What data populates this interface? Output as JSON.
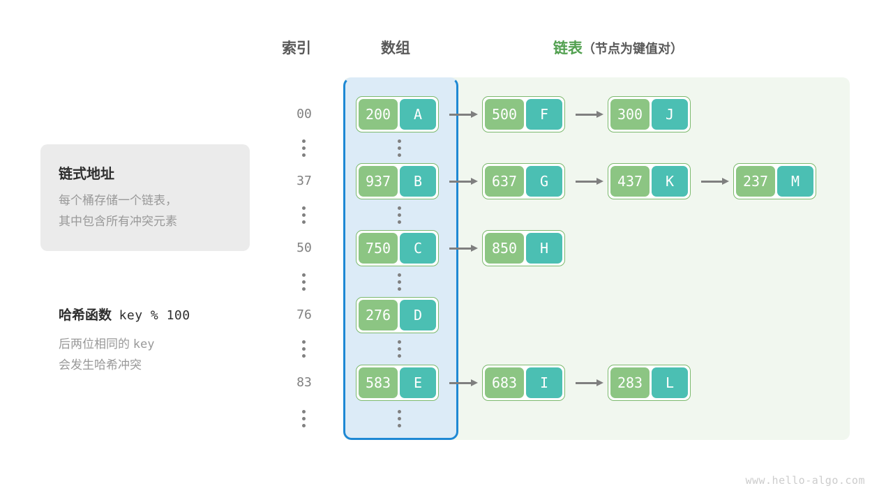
{
  "headings": {
    "index": "索引",
    "array": "数组",
    "list_accent": "链表",
    "list_sub": "（节点为键值对）"
  },
  "info_card": {
    "title": "链式地址",
    "body": "每个桶存储一个链表，\n其中包含所有冲突元素"
  },
  "hash": {
    "title_label": "哈希函数",
    "title_formula": "key % 100",
    "desc_line1_a": "后两位相同的 ",
    "desc_line1_b": "key",
    "desc_line2": "会发生哈希冲突"
  },
  "colors": {
    "key_fill": "#8cc583",
    "value_fill": "#4bbfb3",
    "node_border": "#7cb96e",
    "array_panel_bg": "#dcebf7",
    "array_panel_border": "#1e88d4",
    "list_panel_bg": "#f1f7ef",
    "arrow": "#7f7f7f",
    "accent_green": "#52a050",
    "muted_text": "#999999",
    "index_text": "#808080"
  },
  "ellipsis_glyph": "⋮",
  "rows": [
    {
      "index": "00",
      "bucket": {
        "key": "200",
        "value": "A"
      },
      "chain": [
        {
          "key": "500",
          "value": "F"
        },
        {
          "key": "300",
          "value": "J"
        }
      ]
    },
    {
      "index": "37",
      "bucket": {
        "key": "937",
        "value": "B"
      },
      "chain": [
        {
          "key": "637",
          "value": "G"
        },
        {
          "key": "437",
          "value": "K"
        },
        {
          "key": "237",
          "value": "M"
        }
      ]
    },
    {
      "index": "50",
      "bucket": {
        "key": "750",
        "value": "C"
      },
      "chain": [
        {
          "key": "850",
          "value": "H"
        }
      ]
    },
    {
      "index": "76",
      "bucket": {
        "key": "276",
        "value": "D"
      },
      "chain": []
    },
    {
      "index": "83",
      "bucket": {
        "key": "583",
        "value": "E"
      },
      "chain": [
        {
          "key": "683",
          "value": "I"
        },
        {
          "key": "283",
          "value": "L"
        }
      ]
    }
  ],
  "watermark": "www.hello-algo.com"
}
